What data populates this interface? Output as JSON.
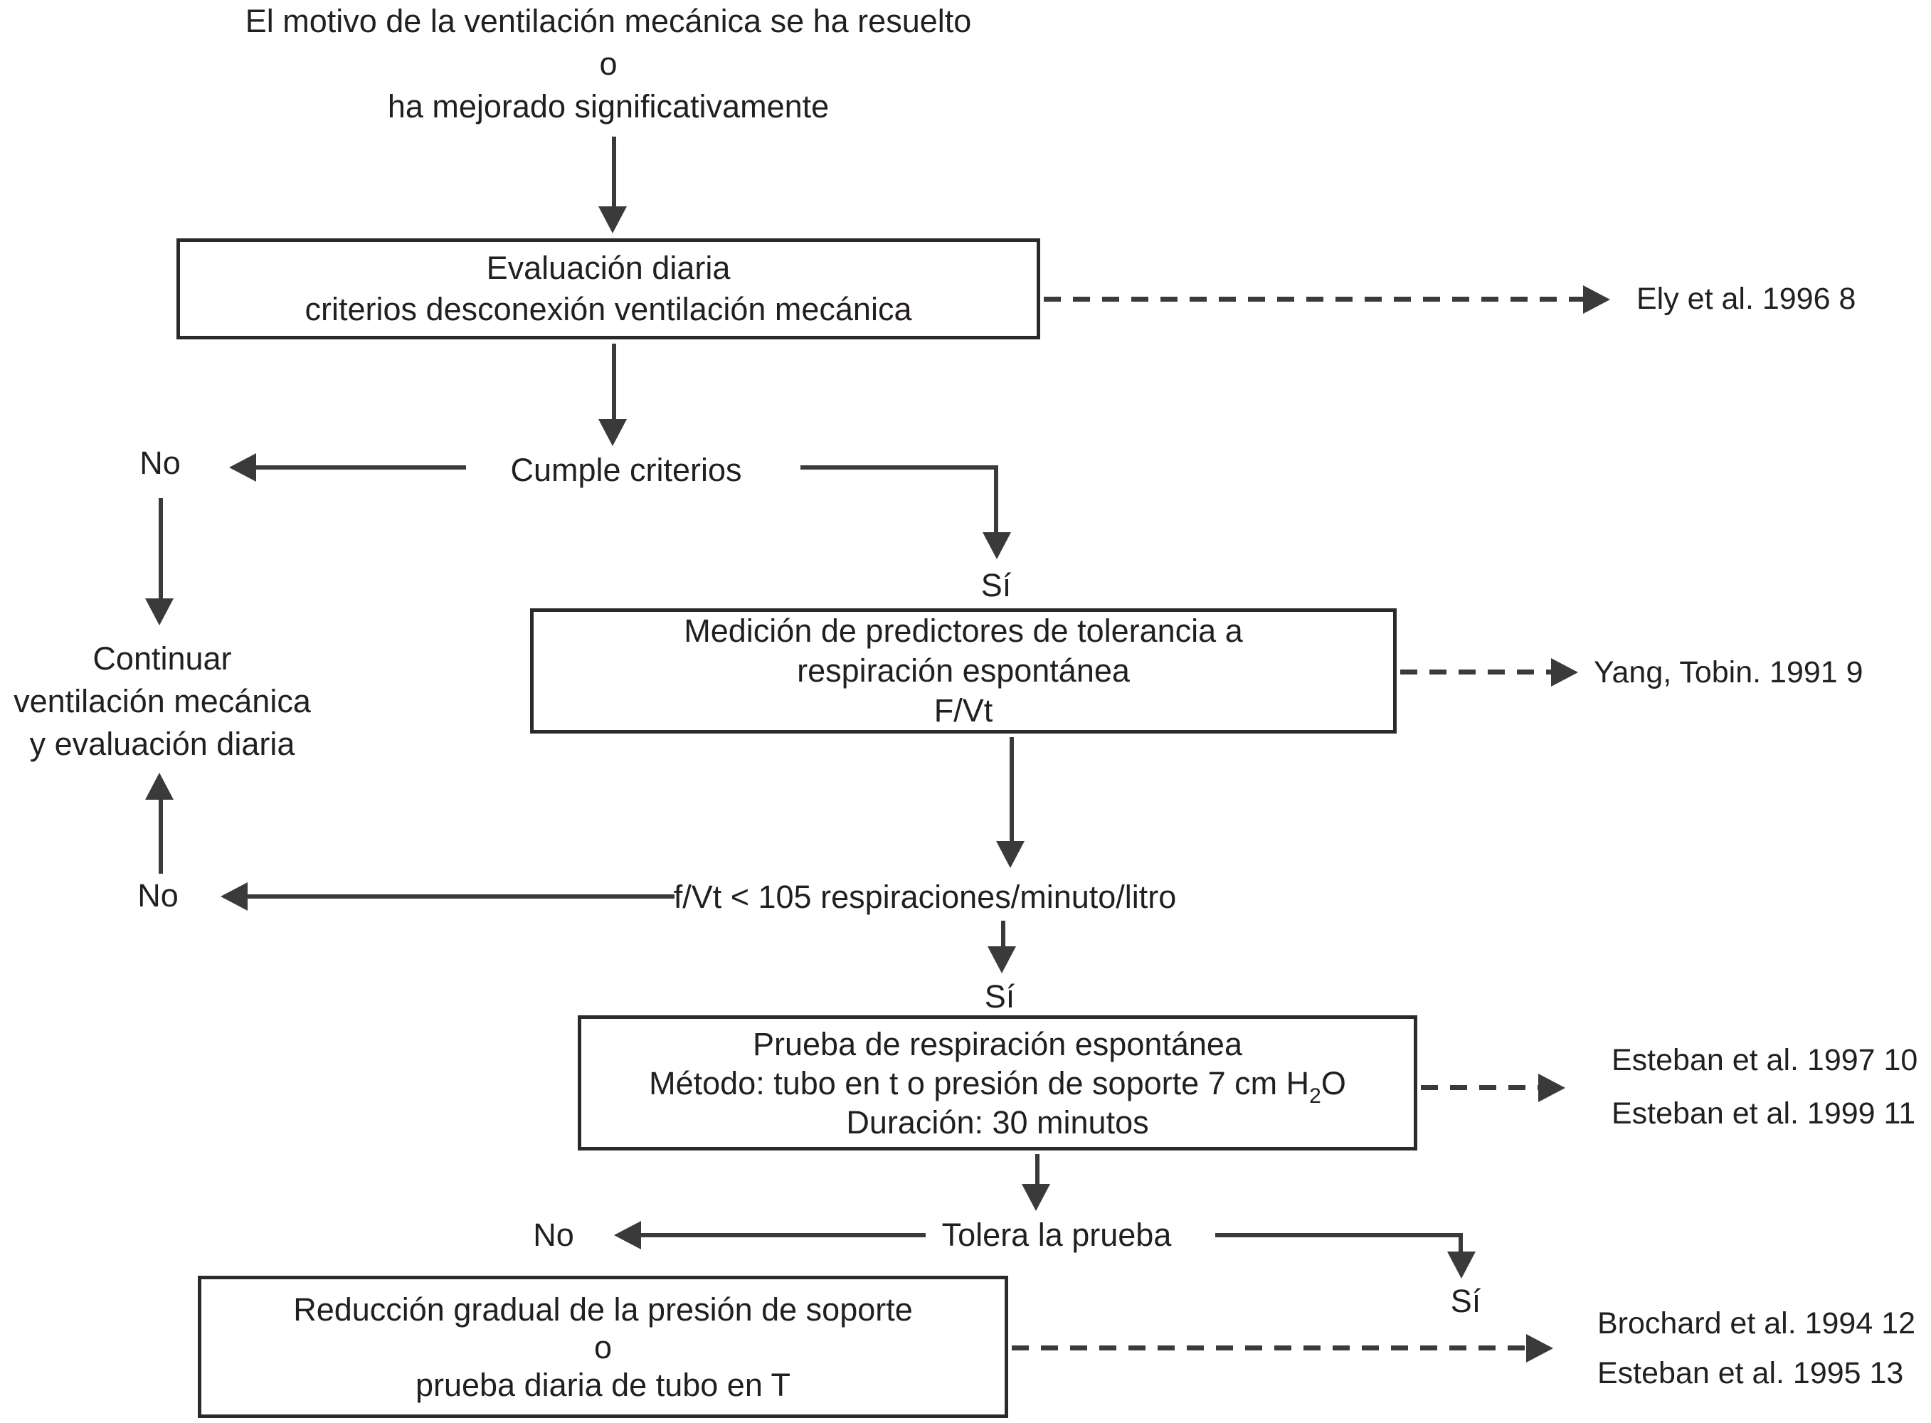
{
  "top_statement": {
    "line1": "El motivo de la ventilación mecánica se ha resuelto",
    "line2": "o",
    "line3": "ha mejorado significativamente"
  },
  "boxes": {
    "evaluacion": {
      "line1": "Evaluación diaria",
      "line2": "criterios desconexión ventilación mecánica"
    },
    "medicion": {
      "line1": "Medición de predictores de tolerancia a",
      "line2": "respiración espontánea",
      "line3": "F/Vt"
    },
    "prueba": {
      "line1": "Prueba de respiración espontánea",
      "line2_pre": "Método: tubo en t o presión de soporte 7 cm H",
      "line2_sub": "2",
      "line2_post": "O",
      "line3": "Duración: 30 minutos"
    },
    "reduccion": {
      "line1": "Reducción gradual de la presión de soporte",
      "line2": "o",
      "line3": "prueba diaria de tubo en T"
    }
  },
  "decisions": {
    "cumple": "Cumple criterios",
    "fvt": "f/Vt < 105 respiraciones/minuto/litro",
    "tolera": "Tolera la prueba"
  },
  "labels": {
    "no": "No",
    "si": "Sí"
  },
  "continue_block": {
    "line1": "Continuar",
    "line2": "ventilación mecánica",
    "line3": "y evaluación diaria"
  },
  "references": {
    "ely": "Ely et al. 1996 8",
    "yang": "Yang, Tobin. 1991 9",
    "esteban1997": "Esteban et al. 1997 10",
    "esteban1999": "Esteban et al. 1999 11",
    "brochard1994": "Brochard et al. 1994 12",
    "esteban1995": "Esteban et al. 1995 13"
  },
  "colors": {
    "text": "#231f20",
    "line": "#3a3a3a",
    "background": "#ffffff",
    "box_border": "#2b2a29"
  }
}
